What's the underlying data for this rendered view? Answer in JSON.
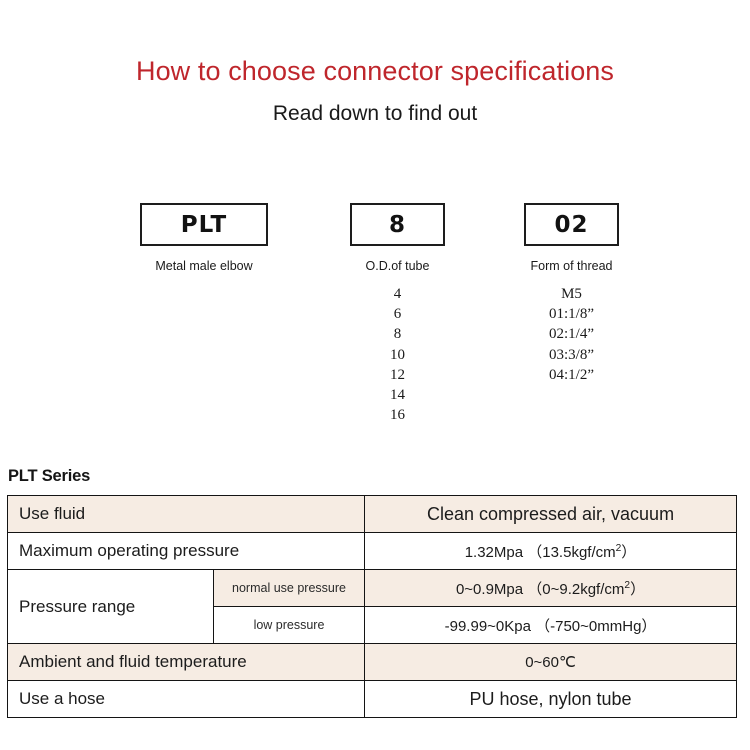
{
  "header": {
    "title": "How to choose connector specifications",
    "subtitle": "Read down to find out",
    "title_color": "#bf262c"
  },
  "selector": {
    "segments": [
      {
        "code": "PLT",
        "caption": "Metal male elbow",
        "options": []
      },
      {
        "code": "8",
        "caption": "O.D.of tube",
        "options": [
          "4",
          "6",
          "8",
          "10",
          "12",
          "14",
          "16"
        ]
      },
      {
        "code": "02",
        "caption": "Form of thread",
        "options": [
          "M5",
          "01:1/8”",
          "02:1/4”",
          "03:3/8”",
          "04:1/2”"
        ]
      }
    ]
  },
  "spec": {
    "series_label": "PLT Series",
    "cell_colors": {
      "shaded": "#f6ece3",
      "plain": "#ffffff",
      "border": "#141414"
    },
    "rows": [
      {
        "label": "Use fluid",
        "sub": null,
        "value": "Clean compressed air, vacuum"
      },
      {
        "label": "Maximum operating pressure",
        "sub": null,
        "value_prefix": "1.32Mpa （13.5kgf/cm",
        "value_sup": "2",
        "value_suffix": "）"
      },
      {
        "label": "Pressure range",
        "sub": "normal use pressure",
        "value_prefix": "0~0.9Mpa （0~9.2kgf/cm",
        "value_sup": "2",
        "value_suffix": "）"
      },
      {
        "label": null,
        "sub": "low pressure",
        "value": "-99.99~0Kpa （-750~0mmHg）"
      },
      {
        "label": "Ambient and fluid temperature",
        "sub": null,
        "value": "0~60℃"
      },
      {
        "label": "Use a hose",
        "sub": null,
        "value": "PU hose, nylon tube"
      }
    ]
  }
}
